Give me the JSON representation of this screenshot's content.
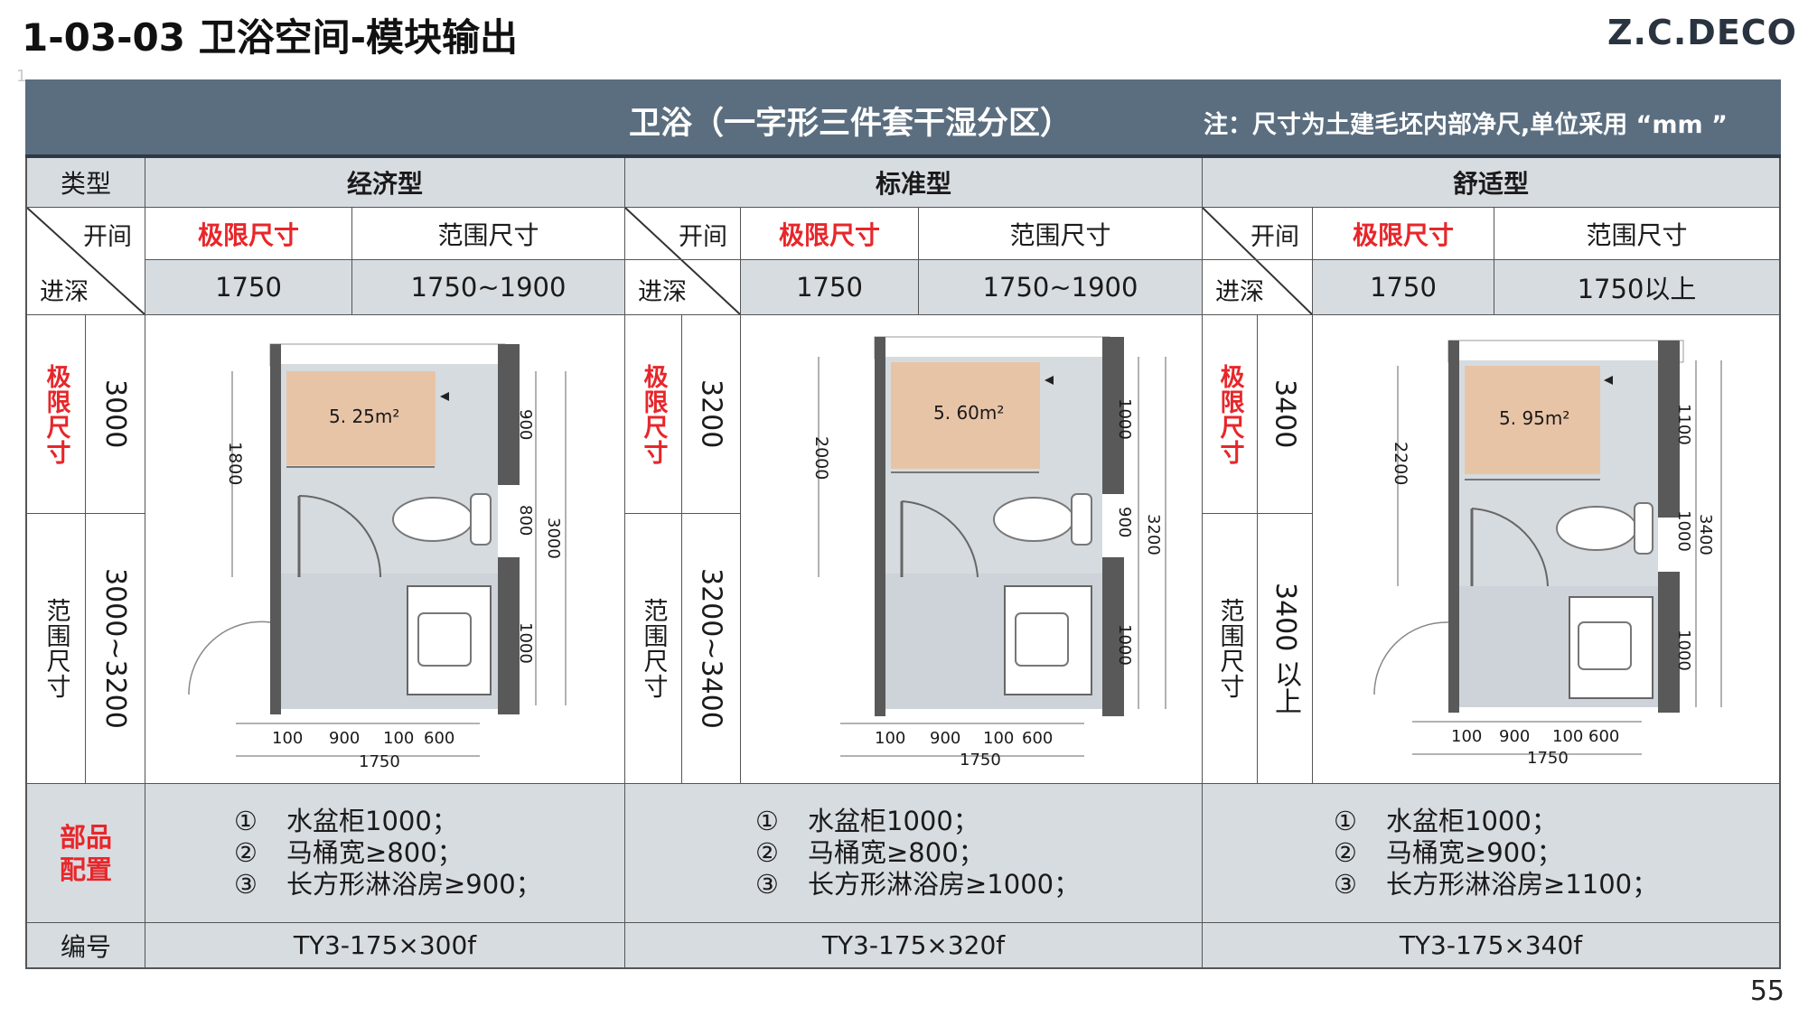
{
  "header": {
    "title": "1-03-03 卫浴空间-模块输出",
    "brand": "Z.C.DECO",
    "page_number": "55",
    "mark": "1"
  },
  "banner": {
    "title": "卫浴（一字形三件套干湿分区）",
    "note": "注：尺寸为土建毛坯内部净尺,单位采用 “mm ”"
  },
  "table": {
    "type_label": "类型",
    "kaijian": "开间",
    "jinshen": "进深",
    "limit_label": "极限尺寸",
    "range_label": "范围尺寸",
    "parts_label": "部品配置",
    "code_label": "编号",
    "columns": [
      {
        "name": "经济型",
        "width_limit": "1750",
        "width_range": "1750~1900",
        "depth_limit": "3000",
        "depth_range": "3000~3200",
        "parts": [
          "水盆柜1000；",
          "马桶宽≥800；",
          "长方形淋浴房≥900；"
        ],
        "code": "TY3-175×300f",
        "plan": {
          "area": "5. 25m²",
          "left_dim": "1800",
          "right_dims": [
            "900",
            "800",
            "1000"
          ],
          "total": "3000",
          "bottom": [
            "100",
            "900",
            "100",
            "600"
          ],
          "bottom_total": "1750"
        }
      },
      {
        "name": "标准型",
        "width_limit": "1750",
        "width_range": "1750~1900",
        "depth_limit": "3200",
        "depth_range": "3200~3400",
        "parts": [
          "水盆柜1000；",
          "马桶宽≥800；",
          "长方形淋浴房≥1000；"
        ],
        "code": "TY3-175×320f",
        "plan": {
          "area": "5. 60m²",
          "left_dim": "2000",
          "right_dims": [
            "1000",
            "900",
            "1000"
          ],
          "total": "3200",
          "bottom": [
            "100",
            "900",
            "100",
            "600"
          ],
          "bottom_total": "1750"
        }
      },
      {
        "name": "舒适型",
        "width_limit": "1750",
        "width_range": "1750以上",
        "depth_limit": "3400",
        "depth_range": "3400 以上",
        "parts": [
          "水盆柜1000；",
          "马桶宽≥900；",
          "长方形淋浴房≥1100；"
        ],
        "code": "TY3-175×340f",
        "plan": {
          "area": "5. 95m²",
          "left_dim": "2200",
          "right_dims": [
            "1100",
            "1000",
            "1000"
          ],
          "total": "3400",
          "bottom": [
            "100",
            "900",
            "100",
            "600"
          ],
          "bottom_total": "1750"
        }
      }
    ],
    "circle_nums": [
      "①",
      "②",
      "③"
    ]
  },
  "colors": {
    "banner": "#5b6e80",
    "header_cell": "#d7dce1",
    "accent_red": "#e8262a",
    "wet_area": "#e8c4a7",
    "wall": "#595959"
  }
}
